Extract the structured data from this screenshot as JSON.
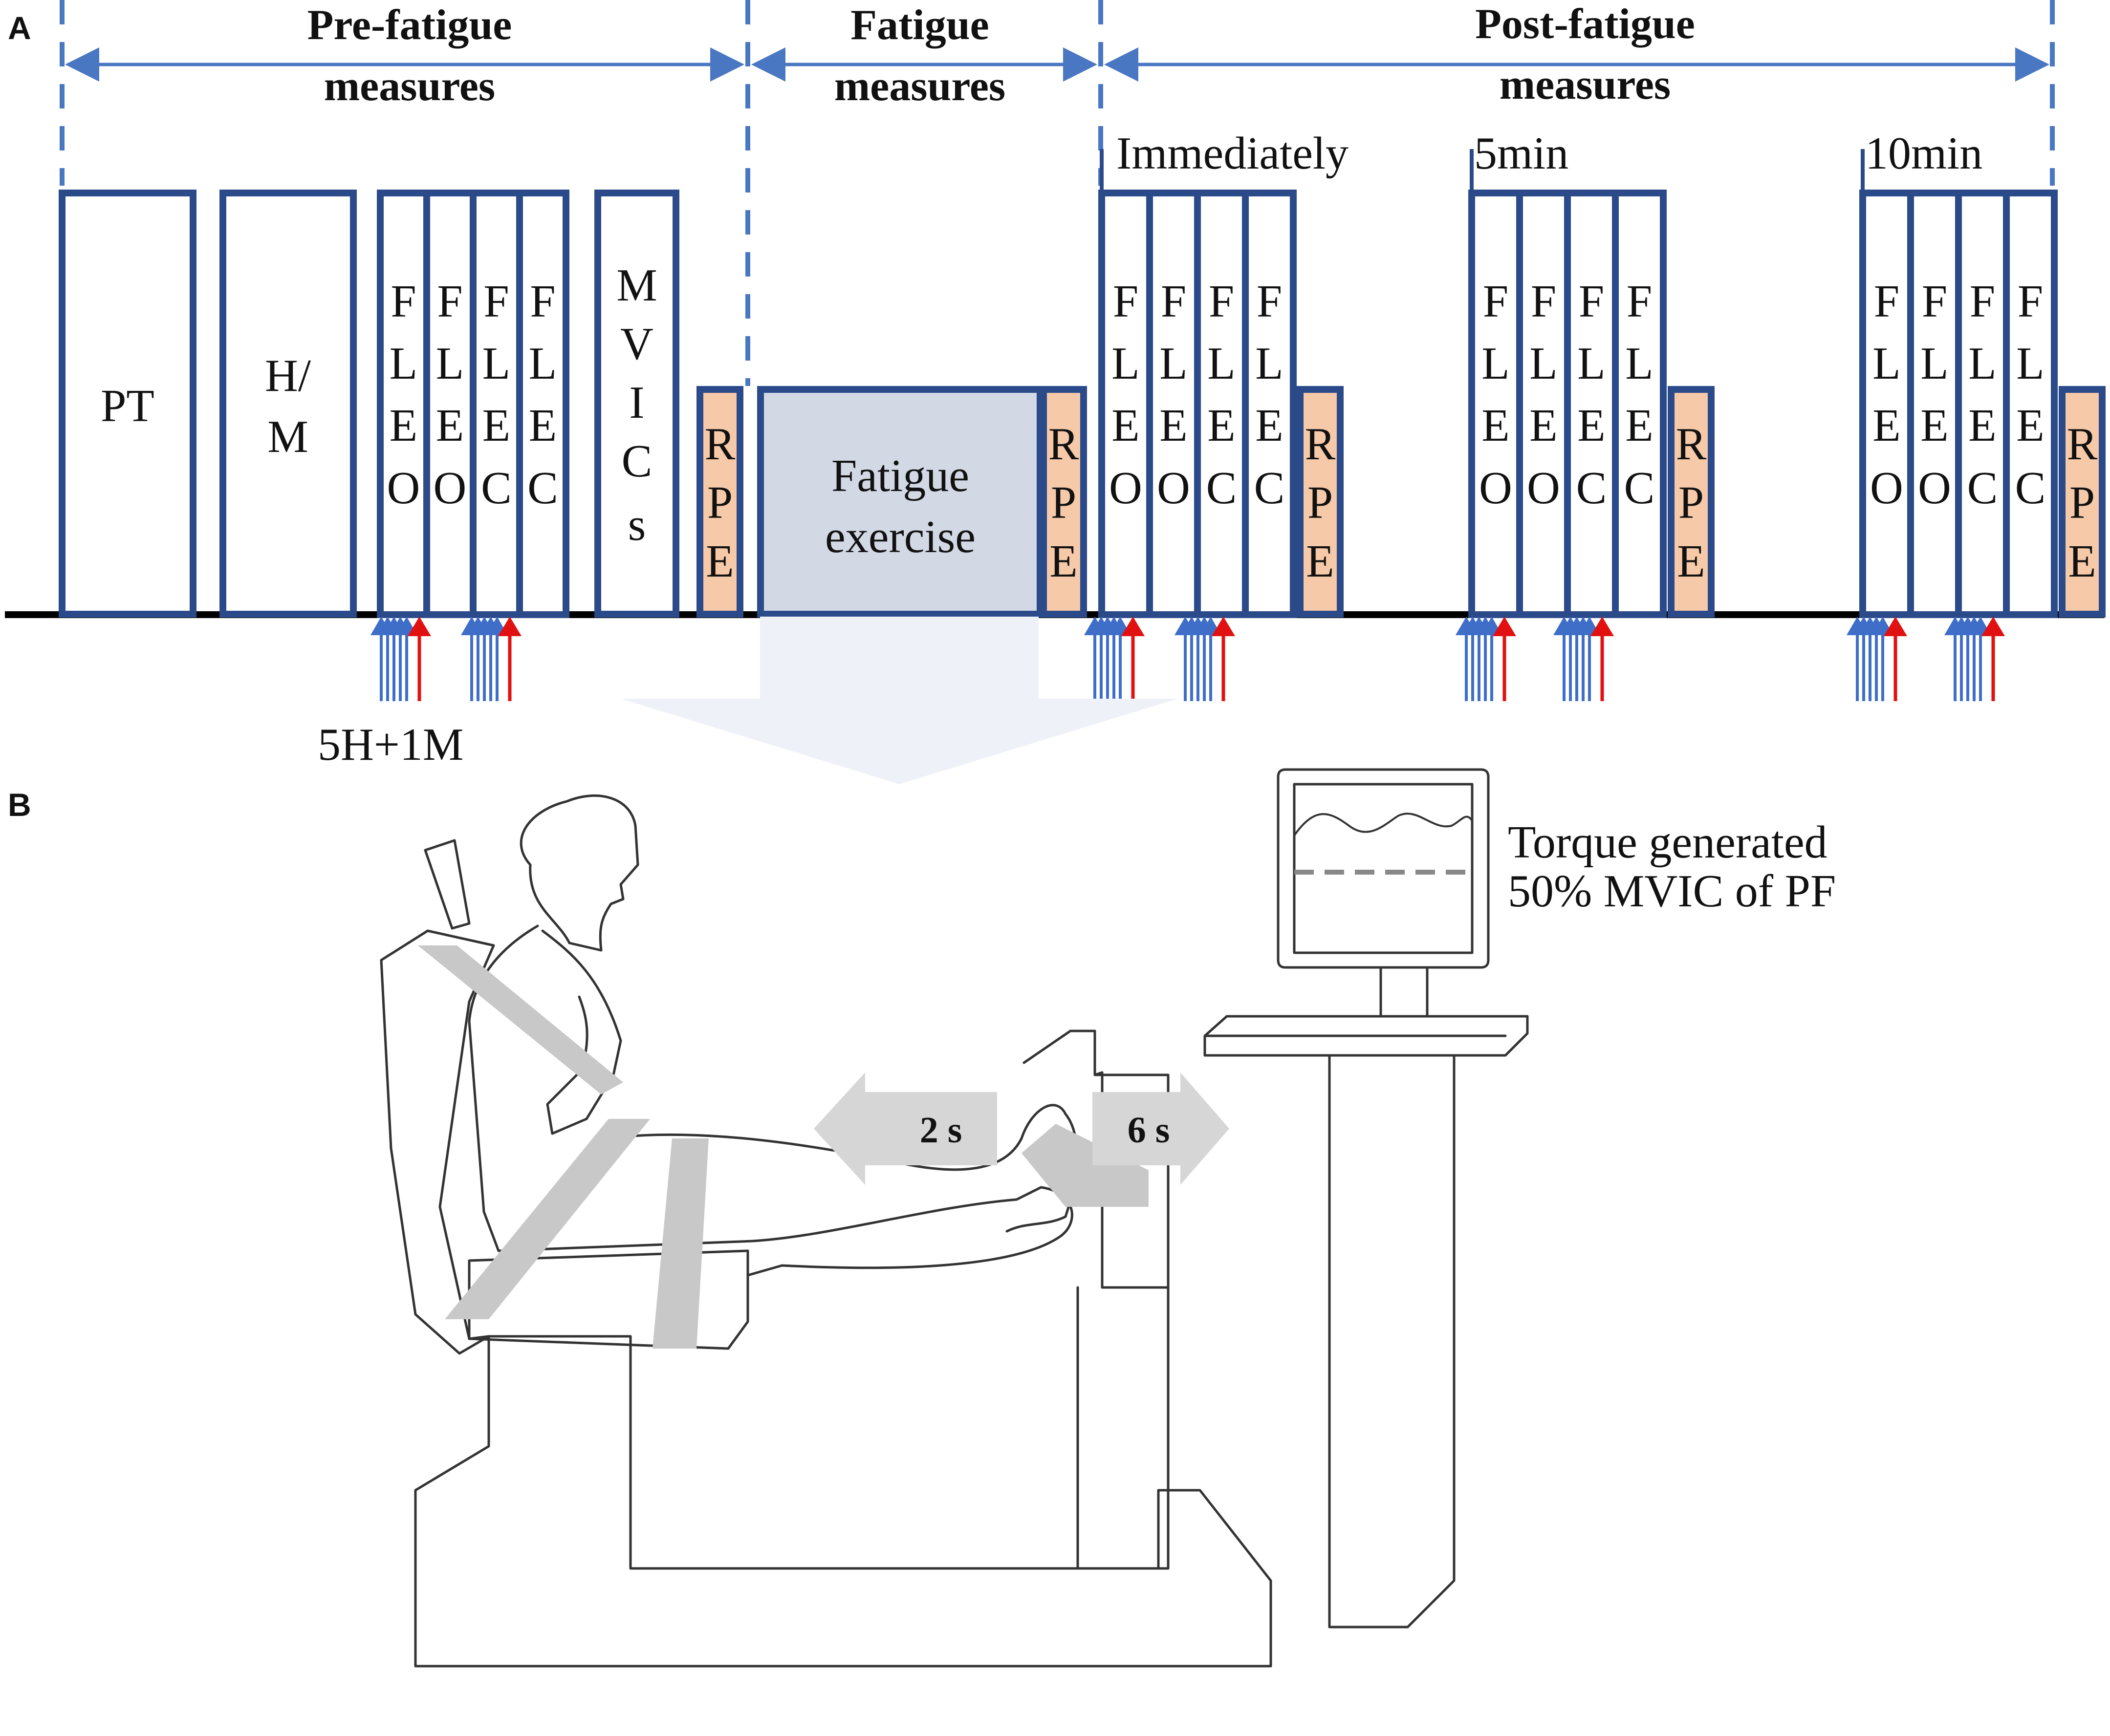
{
  "panels": {
    "a": "A",
    "b": "B"
  },
  "phases": [
    {
      "line1": "Pre-fatigue",
      "line2": "measures"
    },
    {
      "line1": "Fatigue",
      "line2": "measures"
    },
    {
      "line1": "Post-fatigue",
      "line2": "measures"
    }
  ],
  "timepoints": [
    "Immediately",
    "5min",
    "10min"
  ],
  "boxes": {
    "pt": "PT",
    "hm": [
      "H/",
      "M"
    ],
    "mvic": [
      "M",
      "V",
      "I",
      "C",
      "s"
    ],
    "rpe": [
      "R",
      "P",
      "E"
    ],
    "fatigue": [
      "Fatigue",
      "exercise"
    ]
  },
  "fle_columns": [
    [
      "F",
      "L",
      "E",
      "O"
    ],
    [
      "F",
      "L",
      "E",
      "O"
    ],
    [
      "F",
      "L",
      "E",
      "C"
    ],
    [
      "F",
      "L",
      "E",
      "C"
    ]
  ],
  "stim_label": "5H+1M",
  "monitor_text": [
    "Torque generated",
    "50% MVIC of PF"
  ],
  "timing": {
    "left": "2 s",
    "right": "6 s"
  },
  "colors": {
    "box_border": "#2b4a8a",
    "rpe_fill": "#f6c9a8",
    "fatigue_fill": "#d2d9e5",
    "phase_arrow": "#4a77c2",
    "h_stim_arrow": "#3f6ec8",
    "m_stim_arrow": "#e11111",
    "strap": "#c8c8c8",
    "outline": "#333333"
  }
}
